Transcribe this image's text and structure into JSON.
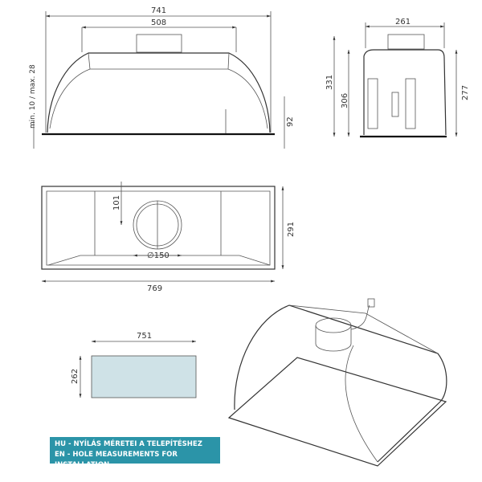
{
  "front_view": {
    "width_total": "741",
    "width_top": "508",
    "gap_label": "min. 10 / max. 28",
    "height_side": "92"
  },
  "side_view": {
    "width": "261",
    "height_total": "331",
    "height_mid": "306",
    "height_inner": "277"
  },
  "top_view": {
    "width": "769",
    "depth": "291",
    "duct_offset": "101",
    "duct_diameter": "∅150"
  },
  "hole": {
    "width": "751",
    "height": "262",
    "fill_color": "#cfe2e7"
  },
  "banner": {
    "line_hu": "HU - NYÍLÁS MÉRETEI A TELEPÍTÉSHEZ",
    "line_en": "EN - HOLE MEASUREMENTS FOR INSTALLATION",
    "color": "#2b94a8"
  }
}
